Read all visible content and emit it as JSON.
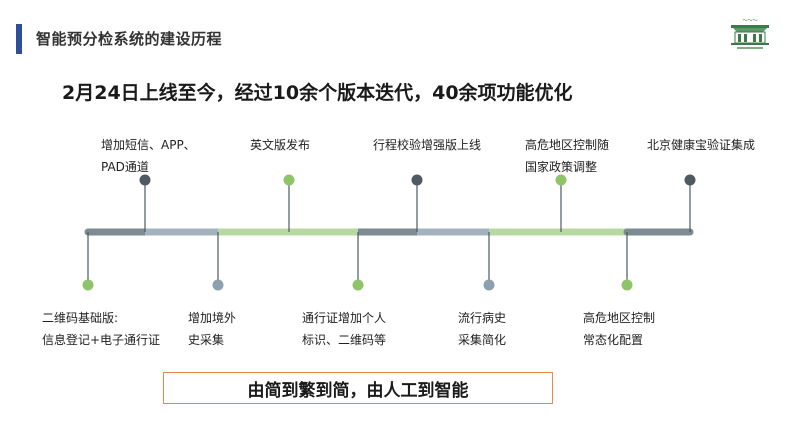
{
  "header": {
    "title": "智能预分检系统的建设历程",
    "logo_icon": "university-building-logo-icon"
  },
  "headline": "2月24日上线至今，经过10余个版本迭代，40余项功能优化",
  "timeline": {
    "colors": {
      "gray": "#7d8b92",
      "light_blue": "#a4b4bf",
      "green": "#b7d9a0",
      "dot_dark": "#4d5a62",
      "dot_green": "#8fc46a",
      "dot_blue_gray": "#8ca0ad"
    },
    "top_labels": [
      {
        "line1": "增加短信、APP、",
        "line2": "PAD通道"
      },
      {
        "line1": "英文版发布",
        "line2": ""
      },
      {
        "line1": "行程校验增强版上线",
        "line2": ""
      },
      {
        "line1": "高危地区控制随",
        "line2": "国家政策调整"
      },
      {
        "line1": "北京健康宝验证集成",
        "line2": ""
      }
    ],
    "bottom_labels": [
      {
        "line1": "二维码基础版:",
        "line2": "信息登记+电子通行证"
      },
      {
        "line1": "增加境外",
        "line2": "史采集"
      },
      {
        "line1": "通行证增加个人",
        "line2": "标识、二维码等"
      },
      {
        "line1": "流行病史",
        "line2": "采集简化"
      },
      {
        "line1": "高危地区控制",
        "line2": "常态化配置"
      }
    ]
  },
  "summary": "由简到繁到简，由人工到智能"
}
